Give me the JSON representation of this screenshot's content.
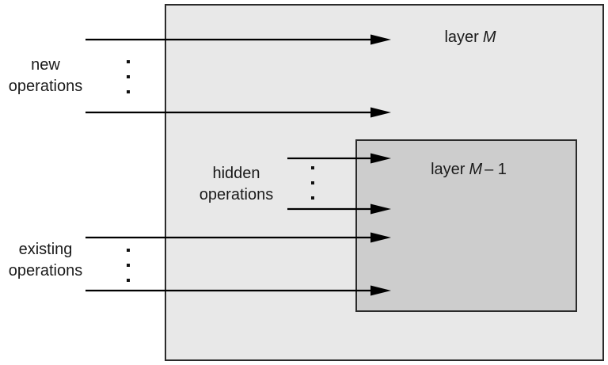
{
  "figure": {
    "background": "#ffffff",
    "text_color": "#1a1a1a",
    "arrow_color": "#000000",
    "outer_layer": {
      "label_prefix": "layer",
      "label_var": "M",
      "fill": "#e8e8e8",
      "border_color": "#2b2b2b"
    },
    "inner_layer": {
      "label_prefix": "layer",
      "label_var": "M",
      "label_suffix": "– 1",
      "fill": "#cdcdcd",
      "border_color": "#2b2b2b"
    },
    "annotations": {
      "new_operations": {
        "line1": "new",
        "line2": "operations"
      },
      "hidden_operations": {
        "line1": "hidden",
        "line2": "operations"
      },
      "existing_operations": {
        "line1": "existing",
        "line2": "operations"
      }
    }
  }
}
